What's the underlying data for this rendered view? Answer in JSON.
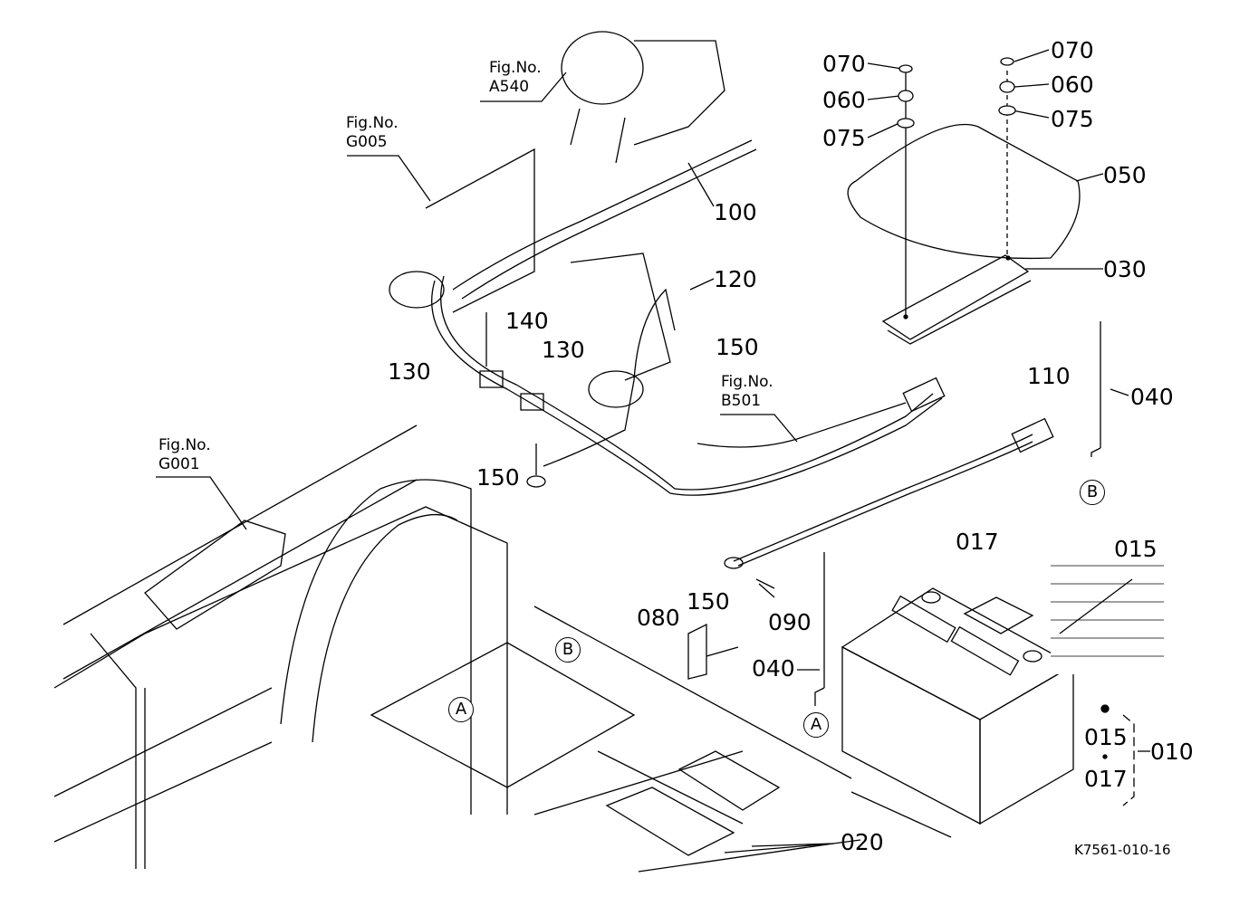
{
  "diagram": {
    "drawing_code": "K7561-010-16",
    "figure_refs": [
      {
        "line1": "Fig.No.",
        "line2": "A540"
      },
      {
        "line1": "Fig.No.",
        "line2": "G005"
      },
      {
        "line1": "Fig.No.",
        "line2": "G001"
      },
      {
        "line1": "Fig.No.",
        "line2": "B501"
      }
    ],
    "part_labels": {
      "p070a": "070",
      "p070b": "070",
      "p060a": "060",
      "p060b": "060",
      "p075a": "075",
      "p075b": "075",
      "p050": "050",
      "p030": "030",
      "p040a": "040",
      "p040b": "040",
      "p100": "100",
      "p120": "120",
      "p140": "140",
      "p150a": "150",
      "p150b": "150",
      "p150c": "150",
      "p130a": "130",
      "p130b": "130",
      "p110": "110",
      "p017a": "017",
      "p017b": "017",
      "p015a": "015",
      "p015b": "015",
      "p010": "010",
      "p080": "080",
      "p090": "090",
      "p020": "020"
    },
    "callouts": {
      "a1": "A",
      "a2": "A",
      "b1": "B",
      "b2": "B"
    }
  }
}
